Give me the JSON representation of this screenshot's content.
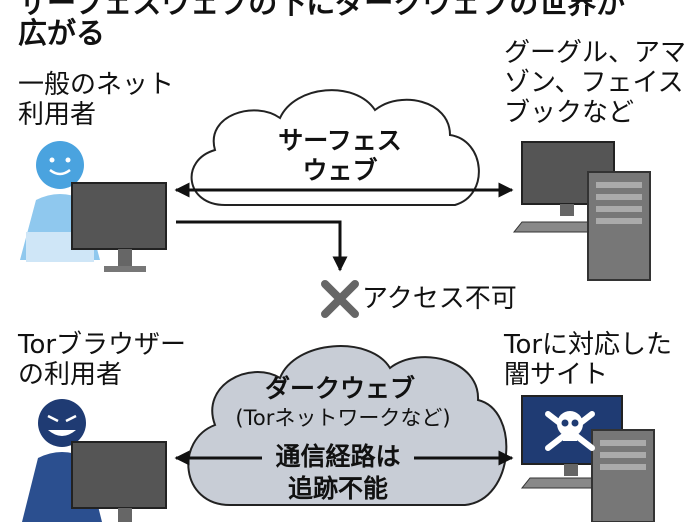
{
  "title": {
    "line1": "サーフェスウェブの下にダークウェブの世界が",
    "line2": "広がる"
  },
  "surface": {
    "user_label_1": "一般のネット",
    "user_label_2": "利用者",
    "site_label_1": "グーグル、アマ",
    "site_label_2": "ゾン、フェイス",
    "site_label_3": "ブックなど",
    "cloud_label_1": "サーフェス",
    "cloud_label_2": "ウェブ",
    "access_label": "アクセス不可"
  },
  "dark": {
    "user_label_1": "Torブラウザー",
    "user_label_2": "の利用者",
    "site_label_1": "Torに対応した",
    "site_label_2": "闇サイト",
    "cloud_label": "ダークウェブ",
    "cloud_sub": "(Torネットワークなど)",
    "route_label_1": "通信経路は",
    "route_label_2": "追跡不能"
  },
  "colors": {
    "surface_user": "#4aa3df",
    "dark_user": "#1f3b73",
    "cloud_dark": "#c8cdd6",
    "cloud_light": "#ffffff",
    "monitor": "#555555",
    "cross": "#666666"
  }
}
